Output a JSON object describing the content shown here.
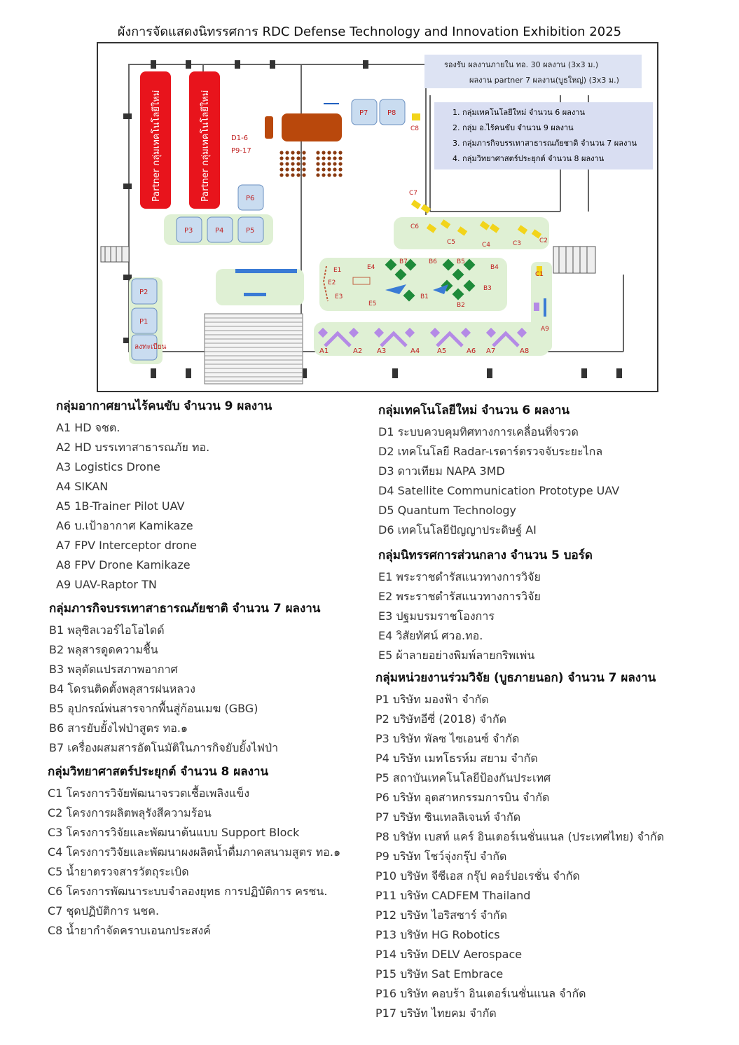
{
  "title": "ผังการจัดแสดงนิทรรศการ RDC Defense Technology and Innovation Exhibition 2025",
  "map": {
    "info_line1": "รองรับ ผลงานภายใน ทอ. 30 ผลงาน (3x3 ม.)",
    "info_line2": "ผลงาน partner 7 ผลงาน(บูธใหญ่) (3x3 ม.)",
    "legend": [
      {
        "text": "1. กลุ่มเทคโนโลยีใหม่ จำนวน 6 ผลงาน",
        "color": "#e02020"
      },
      {
        "text": "2. กลุ่ม อ.ไร้คนขับ จำนวน 9 ผลงาน",
        "color": "#c040c0"
      },
      {
        "text": "3. กลุ่มภารกิจบรรเทาสาธารณภัยชาติ จำนวน 7 ผลงาน",
        "color": "#2a8a2a"
      },
      {
        "text": "4. กลุ่มวิทยาศาสตร์ประยุกต์ จำนวน 8 ผลงาน",
        "color": "#e0a020"
      }
    ],
    "partner_label": "Partner กลุ่มเทคโนโลยีใหม่",
    "d_label_1": "D1-6",
    "d_label_2": "P9-17",
    "registration": "ลงทะเบียน",
    "booths": {
      "P": [
        "P1",
        "P2",
        "P3",
        "P4",
        "P5",
        "P6",
        "P7",
        "P8"
      ],
      "A": [
        "A1",
        "A2",
        "A3",
        "A4",
        "A5",
        "A6",
        "A7",
        "A8",
        "A9"
      ],
      "B": [
        "B1",
        "B2",
        "B3",
        "B4",
        "B5",
        "B6",
        "B7"
      ],
      "C": [
        "C1",
        "C2",
        "C3",
        "C4",
        "C5",
        "C6",
        "C7",
        "C8"
      ],
      "E": [
        "E1",
        "E2",
        "E3",
        "E4",
        "E5"
      ]
    },
    "colors": {
      "partner_red": "#e8141c",
      "booth_blue": "#c9dcf0",
      "zone_green": "#dff0d4",
      "uav_purple": "#b48ae6",
      "green_mark": "#1e8a3a",
      "yellow_mark": "#f2d41a",
      "stage_orange": "#b9480c"
    }
  },
  "groups": {
    "a": {
      "title": "กลุ่มอากาศยานไร้คนขับ จำนวน 9 ผลงาน",
      "items": [
        "A1 HD จชต.",
        "A2 HD บรรเทาสาธารณภัย ทอ.",
        "A3 Logistics Drone",
        "A4 SIKAN",
        "A5 1B-Trainer Pilot UAV",
        "A6 บ.เป้าอากาศ Kamikaze",
        "A7 FPV Interceptor drone",
        "A8 FPV Drone Kamikaze",
        "A9 UAV-Raptor TN"
      ]
    },
    "b": {
      "title": "กลุ่มภารกิจบรรเทาสาธารณภัยชาติ จำนวน 7 ผลงาน",
      "items": [
        "B1 พลุซิลเวอร์ไอโอไดด์",
        "B2 พลุสารดูดความชื้น",
        "B3 พลุดัดแปรสภาพอากาศ",
        "B4 โดรนติดตั้งพลุสารฝนหลวง",
        "B5 อุปกรณ์พ่นสารจากพื้นสู่ก้อนเมฆ (GBG)",
        "B6 สารยับยั้งไฟป่าสูตร ทอ.๑",
        "B7 เครื่องผสมสารอัตโนมัติในภารกิจยับยั้งไฟป่า"
      ]
    },
    "c": {
      "title": "กลุ่มวิทยาศาสตร์ประยุกต์ จำนวน 8 ผลงาน",
      "items": [
        "C1 โครงการวิจัยพัฒนาจรวดเชื้อเพลิงแข็ง",
        "C2 โครงการผลิตพลุรังสีความร้อน",
        "C3 โครงการวิจัยและพัฒนาต้นแบบ Support Block",
        "C4 โครงการวิจัยและพัฒนาผงผลิตน้ำดื่มภาคสนามสูตร ทอ.๑",
        "C5 น้ำยาตรวจสารวัตถุระเบิด",
        "C6 โครงการพัฒนาระบบจำลองยุทธ การปฏิบัติการ ครชน.",
        "C7 ชุดปฏิบัติการ นชค.",
        "C8 น้ำยากำจัดคราบเอนกประสงค์"
      ]
    },
    "d": {
      "title": "กลุ่มเทคโนโลยีใหม่ จำนวน 6 ผลงาน",
      "items": [
        "D1 ระบบควบคุมทิศทางการเคลื่อนที่จรวด",
        "D2 เทคโนโลยี Radar-เรดาร์ตรวจจับระยะไกล",
        "D3 ดาวเทียม NAPA 3MD",
        "D4 Satellite Communication Prototype UAV",
        "D5 Quantum Technology",
        "D6 เทคโนโลยีปัญญาประดิษฐ์ AI"
      ]
    },
    "e": {
      "title": "กลุ่มนิทรรศการส่วนกลาง จำนวน 5 บอร์ด",
      "items": [
        "E1 พระราชดำรัสแนวทางการวิจัย",
        "E2 พระราชดำรัสแนวทางการวิจัย",
        "E3 ปฐมบรมราชโองการ",
        "E4 วิสัยทัศน์ ศวอ.ทอ.",
        "E5 ผ้าลายอย่างพิมพ์ลายกริพเพ่น"
      ]
    },
    "p": {
      "title": "กลุ่มหน่วยงานร่วมวิจัย (บูธภายนอก) จำนวน 7 ผลงาน",
      "items": [
        "P1 บริษัท มองฟ้า จำกัด",
        "P2 บริษัทอีซี่ (2018) จำกัด",
        "P3 บริษัท พัลซ ไซเอนซ์ จำกัด",
        "P4 บริษัท เมทโธรห์ม สยาม จำกัด",
        "P5 สถาบันเทคโนโลยีป้องกันประเทศ",
        "P6 บริษัท อุตสาหกรรมการบิน จำกัด",
        "P7 บริษัท ซินเทลลิเจนท์ จำกัด",
        "P8 บริษัท เบสท์ แคร์ อินเตอร์เนชั่นแนล (ประเทศไทย) จำกัด",
        "P9 บริษัท โชว์จุ่งกรุ๊ป จำกัด",
        "P10 บริษัท จีซีเอส กรุ๊ป คอร์ปอเรชั่น จำกัด",
        "P11 บริษัท CADFEM Thailand",
        "P12 บริษัท ไอริสซาร์ จำกัด",
        "P13 บริษัท HG Robotics",
        "P14 บริษัท DELV Aerospace",
        "P15 บริษัท Sat Embrace",
        "P16 บริษัท คอบร้า อินเตอร์เนชั่นแนล จำกัด",
        "P17 บริษัท ไทยคม จำกัด"
      ]
    }
  }
}
